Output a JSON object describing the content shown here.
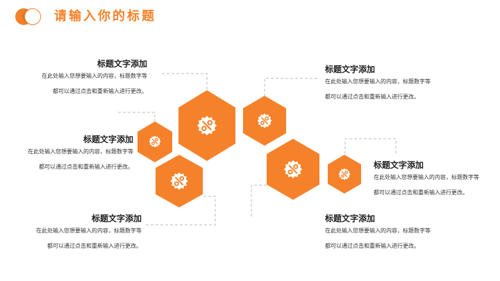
{
  "header": {
    "title": "请输入你的标题",
    "logo_icon": "toggle-circles-icon"
  },
  "colors": {
    "accent": "#F5822A",
    "text": "#222222",
    "dash": "#BBBBBB"
  },
  "items": [
    {
      "title": "标题文字添加",
      "line1": "在此处输入您想要输入的内容，标题数字等",
      "line2": "都可以通过点击和重新输入进行更改。"
    },
    {
      "title": "标题文字添加",
      "line1": "在此处输入您想要输入的内容，标题数字等",
      "line2": "都可以通过点击和重新输入进行更改。"
    },
    {
      "title": "标题文字添加",
      "line1": "在此处输入您想要输入的内容，标题数字等",
      "line2": "都可以通过点击和重新输入进行更改。"
    },
    {
      "title": "标题文字添加",
      "line1": "在此处输入您想要输入的内容，标题数字等",
      "line2": "都可以通过点击和重新输入进行更改。"
    },
    {
      "title": "标题文字添加",
      "line1": "在此处输入您想要输入的内容，标题数字等",
      "line2": "都可以通过点击和重新输入进行更改。"
    },
    {
      "title": "标题文字添加",
      "line1": "在此处输入您想要输入的内容，标题数字等",
      "line2": "都可以通过点击和重新输入进行更改。"
    }
  ],
  "hexagons": [
    {
      "icon": "discount-badge-icon"
    },
    {
      "icon": "discount-badge-icon"
    },
    {
      "icon": "discount-badge-icon"
    },
    {
      "icon": "discount-badge-icon"
    },
    {
      "icon": "discount-badge-icon"
    },
    {
      "icon": "discount-badge-icon"
    }
  ]
}
